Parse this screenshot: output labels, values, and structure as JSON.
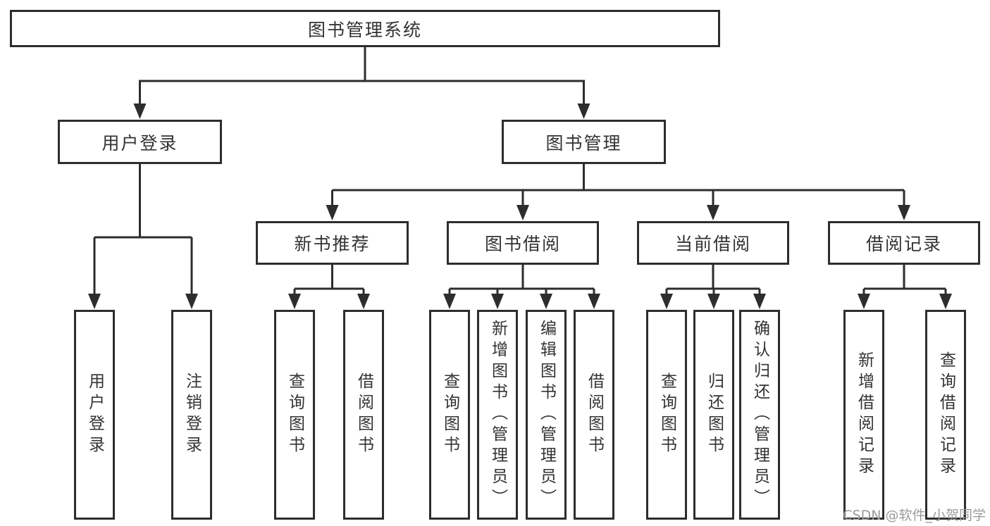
{
  "tree": {
    "root": "图书管理系统",
    "branches": [
      {
        "label": "用户登录",
        "leaves": [
          "用户登录",
          "注销登录"
        ]
      },
      {
        "label": "图书管理",
        "groups": [
          {
            "label": "新书推荐",
            "leaves": [
              "查询图书",
              "借阅图书"
            ]
          },
          {
            "label": "图书借阅",
            "leaves": [
              "查询图书",
              "新增图书（管理员）",
              "编辑图书（管理员）",
              "借阅图书"
            ]
          },
          {
            "label": "当前借阅",
            "leaves": [
              "查询图书",
              "归还图书",
              "确认归还（管理员）"
            ]
          },
          {
            "label": "借阅记录",
            "leaves": [
              "新增借阅记录",
              "查询借阅记录"
            ]
          }
        ]
      }
    ]
  },
  "watermark": {
    "text": "CSDN @软件_小贺同学"
  },
  "colors": {
    "line": "#2d2d2d",
    "text": "#333333",
    "watermark": "#9b9b9b",
    "background": "#ffffff"
  }
}
